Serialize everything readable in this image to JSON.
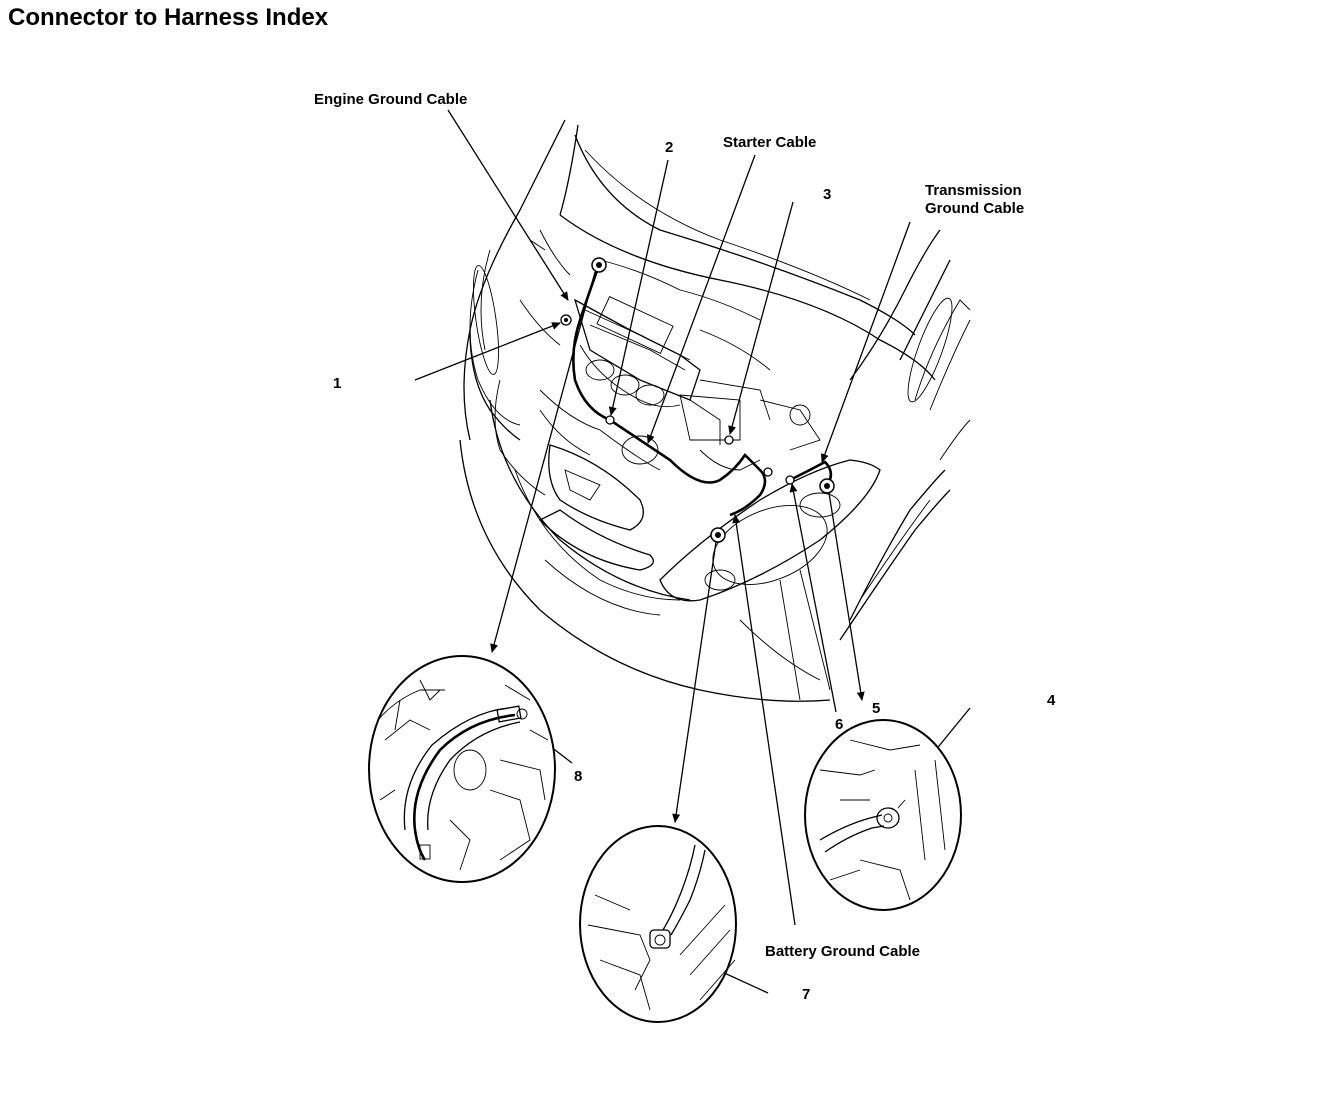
{
  "page": {
    "title": "Connector to Harness Index"
  },
  "labels": {
    "engine_ground_cable": "Engine Ground Cable",
    "starter_cable": "Starter Cable",
    "transmission_ground_cable_line1": "Transmission",
    "transmission_ground_cable_line2": "Ground Cable",
    "battery_ground_cable": "Battery Ground Cable"
  },
  "callouts": {
    "c1": "1",
    "c2": "2",
    "c3": "3",
    "c4": "4",
    "c5": "5",
    "c6": "6",
    "c7": "7",
    "c8": "8"
  },
  "detail_views": [
    "engine-ground-detail",
    "battery-ground-detail",
    "transmission-ground-detail"
  ]
}
